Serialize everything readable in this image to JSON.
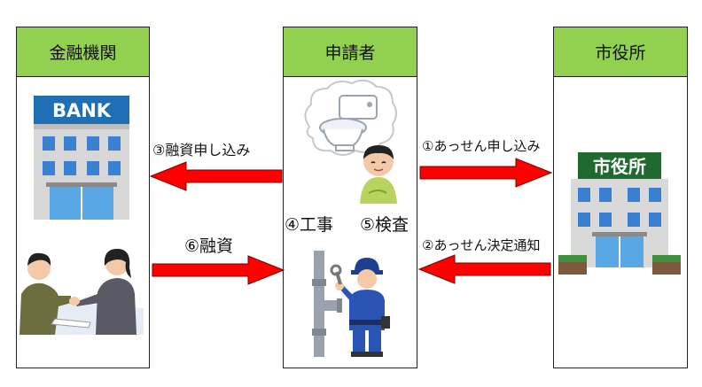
{
  "columns": {
    "bank": "金融機関",
    "applicant": "申請者",
    "city": "市役所"
  },
  "bank_sign": "BANK",
  "city_sign": "市役所",
  "steps": {
    "s1": "①あっせん申し込み",
    "s2": "②あっせん決定通知",
    "s3": "③融資申し込み",
    "s4": "④工事",
    "s5": "⑤検査",
    "s6": "⑥融資"
  },
  "colors": {
    "header": "#92d050",
    "arrow": "#ff0000"
  },
  "icons": [
    "bank-building-icon",
    "handshake-icon",
    "toilet-thought-icon",
    "man-icon",
    "plumber-icon",
    "city-hall-icon"
  ]
}
